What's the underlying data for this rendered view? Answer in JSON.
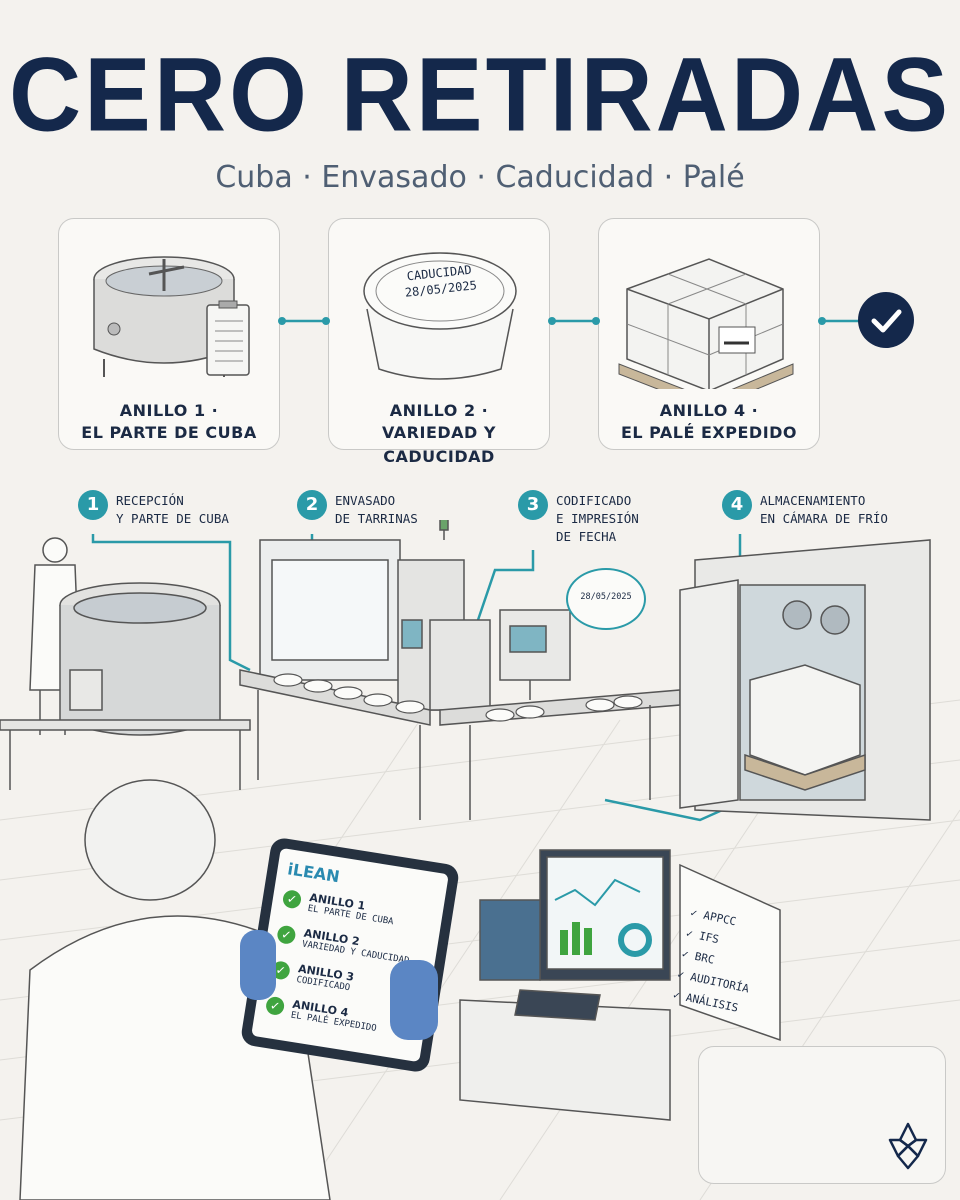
{
  "header": {
    "title": "CERO RETIRADAS",
    "subtitle": "Cuba · Envasado · Caducidad · Palé"
  },
  "rings": [
    {
      "line1": "ANILLO 1 ·",
      "line2": "EL PARTE DE CUBA"
    },
    {
      "line1": "ANILLO 2 ·",
      "line2": "VARIEDAD Y CADUCIDAD"
    },
    {
      "line1": "ANILLO 4 ·",
      "line2": "EL PALÉ EXPEDIDO"
    }
  ],
  "tub_lid": {
    "line1": "CADUCIDAD",
    "line2": "28/05/2025"
  },
  "steps": [
    {
      "num": "1",
      "line1": "RECEPCIÓN",
      "line2": "Y PARTE DE CUBA"
    },
    {
      "num": "2",
      "line1": "ENVASADO",
      "line2": "DE TARRINAS"
    },
    {
      "num": "3",
      "line1": "CODIFICADO",
      "line2": "E IMPRESIÓN",
      "line3": "DE FECHA"
    },
    {
      "num": "4",
      "line1": "ALMACENAMIENTO",
      "line2": "EN CÁMARA DE FRÍO"
    }
  ],
  "date_bubble": "28/05/2025",
  "tablet": {
    "app_name": "iLEAN",
    "items": [
      {
        "title": "ANILLO 1",
        "sub": "EL PARTE DE CUBA"
      },
      {
        "title": "ANILLO 2",
        "sub": "VARIEDAD Y CADUCIDAD"
      },
      {
        "title": "ANILLO 3",
        "sub": "CODIFICADO"
      },
      {
        "title": "ANILLO 4",
        "sub": "EL PALÉ EXPEDIDO"
      }
    ]
  },
  "checklist": [
    "APPCC",
    "IFS",
    "BRC",
    "AUDITORÍA",
    "ANÁLISIS"
  ],
  "colors": {
    "navy": "#14284b",
    "teal": "#2a9aa8",
    "check_green": "#3fa43f",
    "background": "#f4f2ee"
  },
  "icons": [
    "check-circle-icon",
    "brand-logo-icon"
  ]
}
